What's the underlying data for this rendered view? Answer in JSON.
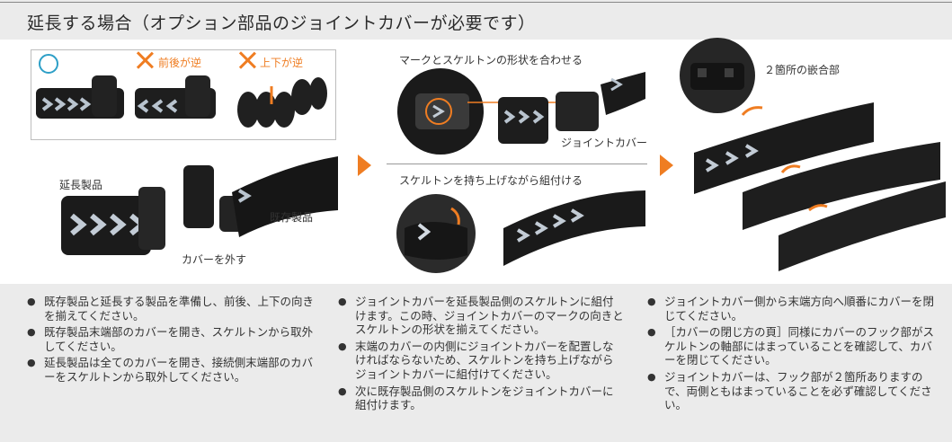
{
  "title": "延長する場合（オプション部品のジョイントカバーが必要です）",
  "step1": {
    "wrong_labels": [
      "前後が逆",
      "上下が逆"
    ],
    "extension_label": "延長製品",
    "existing_label": "既存製品",
    "remove_cover_label": "カバーを外す"
  },
  "step2": {
    "align_heading": "マークとスケルトンの形状を合わせる",
    "joint_cover_label": "ジョイントカバー",
    "lift_heading": "スケルトンを持ち上げながら組付ける"
  },
  "step3": {
    "fitting_label": "２箇所の嵌合部"
  },
  "instructions": [
    [
      "既存製品と延長する製品を準備し、前後、上下の向きを揃えてください。",
      "既存製品末端部のカバーを開き、スケルトンから取外してください。",
      "延長製品は全てのカバーを開き、接続側末端部のカバーをスケルトンから取外してください。"
    ],
    [
      "ジョイントカバーを延長製品側のスケルトンに組付けます。この時、ジョイントカバーのマークの向きとスケルトンの形状を揃えてください。",
      "末端のカバーの内側にジョイントカバーを配置しなければならないため、スケルトンを持ち上げながらジョイントカバーに組付けてください。",
      "次に既存製品側のスケルトンをジョイントカバーに組付けます。"
    ],
    [
      "ジョイントカバー側から末端方向へ順番にカバーを閉じてください。",
      "［カバーの閉じ方の頁］同様にカバーのフック部がスケルトンの軸部にはまっていることを確認して、カバーを閉じてください。",
      "ジョイントカバーは、フック部が２箇所ありますので、両側ともはまっていることを必ず確認してください。"
    ]
  ],
  "colors": {
    "accent": "#ef7d22",
    "ok": "#2d9fc7",
    "text": "#333333",
    "bg": "#ebebeb"
  },
  "icons": [
    "ok-circle-icon",
    "wrong-x-icon",
    "step-arrow-icon"
  ]
}
